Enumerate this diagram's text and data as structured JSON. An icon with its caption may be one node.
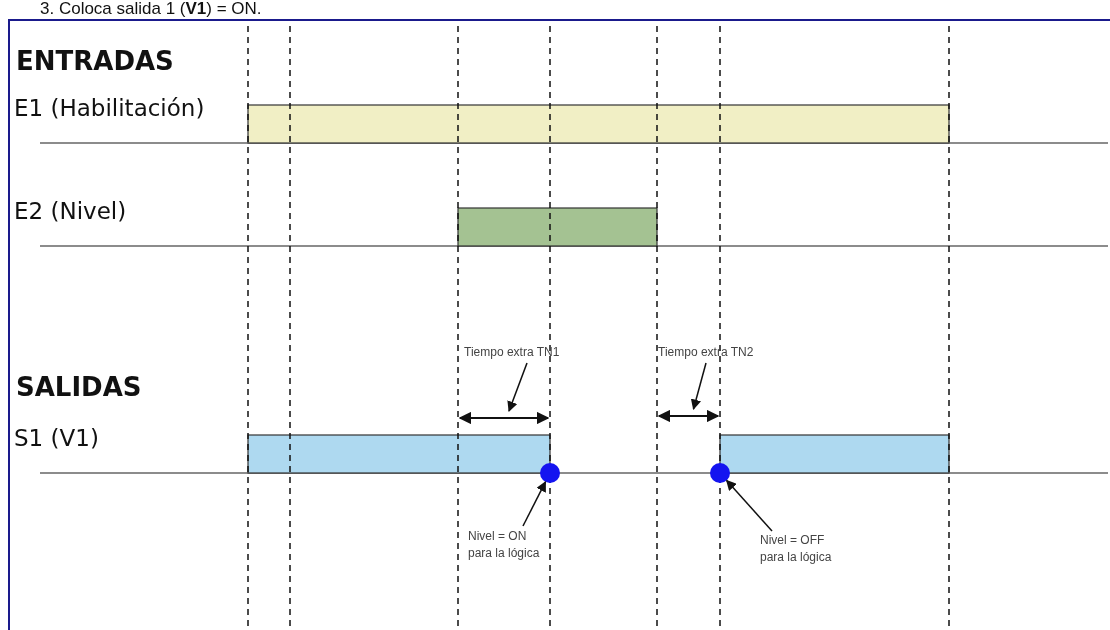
{
  "diagram": {
    "nodes": [
      {
        "text": [
          "Tiempo extra TN1"
        ]
      },
      {
        "text": [],
        "shape": "arrow"
      },
      {
        "text": [
          "Tiempo extra TN2"
        ]
      },
      {
        "text": [],
        "shape": "arrow"
      },
      {
        "text": [],
        "shape": "circle"
      },
      {
        "text": [],
        "shape": "circle"
      },
      {
        "text": [
          "Nivel = ON para la lógica"
        ]
      },
      {
        "text": [
          "Nivel = OFF para la lógica"
        ]
      }
    ],
    "edges": [
      {
        "from": 0,
        "to": 1,
        "arrow": "to"
      },
      {
        "from": 2,
        "to": 3,
        "arrow": "to"
      },
      {
        "from": 6,
        "to": 4,
        "arrow": "to"
      },
      {
        "from": 7,
        "to": 5,
        "arrow": "to"
      }
    ],
    "labels": [
      "3.  Coloca salida 1 (**V1**) = ON.",
      "ENTRADAS",
      "E1 (Habilitación)",
      "E2 (Nivel)",
      "SALIDAS",
      "S1 (V1)"
    ]
  }
}
